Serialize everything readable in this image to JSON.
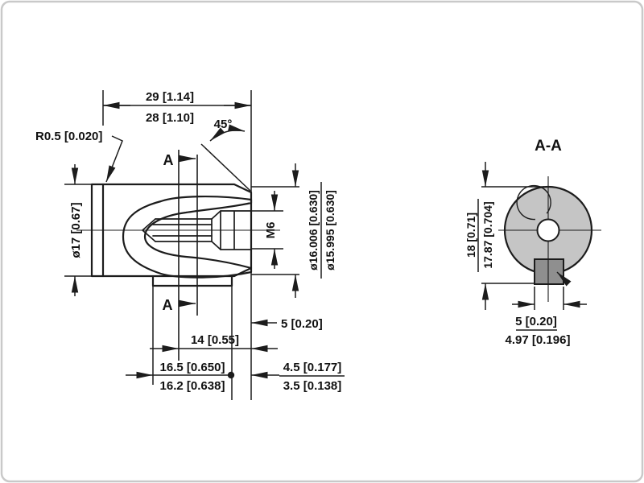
{
  "drawing": {
    "type": "technical-dimension-drawing",
    "main_view": {
      "section_marker": "A",
      "dims": {
        "overall_length_max": "29 [1.14]",
        "overall_length_min": "28 [1.10]",
        "chamfer_angle": "45°",
        "fillet_radius": "R0.5 [0.020]",
        "body_diameter": "ø17 [0.67]",
        "thread_size": "M6",
        "shaft_diameter_max": "ø16.006 [0.630]",
        "shaft_diameter_min": "ø15.995 [0.630]",
        "shoulder_length": "5 [0.20]",
        "key_length": "14 [0.55]",
        "keyway_length_max": "16.5 [0.650]",
        "keyway_length_min": "16.2 [0.638]",
        "chamfer_length_max": "4.5 [0.177]",
        "chamfer_length_min": "3.5 [0.138]"
      }
    },
    "section_view": {
      "title": "A-A",
      "dims": {
        "height_over_key_max": "18 [0.71]",
        "height_over_key_min": "17.87 [0.704]",
        "key_width_max": "5 [0.20]",
        "key_width_min": "4.97 [0.196]"
      }
    },
    "colors": {
      "section_fill": "#c5c5c5",
      "key_fill": "#8f8f8f",
      "line": "#1c1c1c"
    }
  }
}
